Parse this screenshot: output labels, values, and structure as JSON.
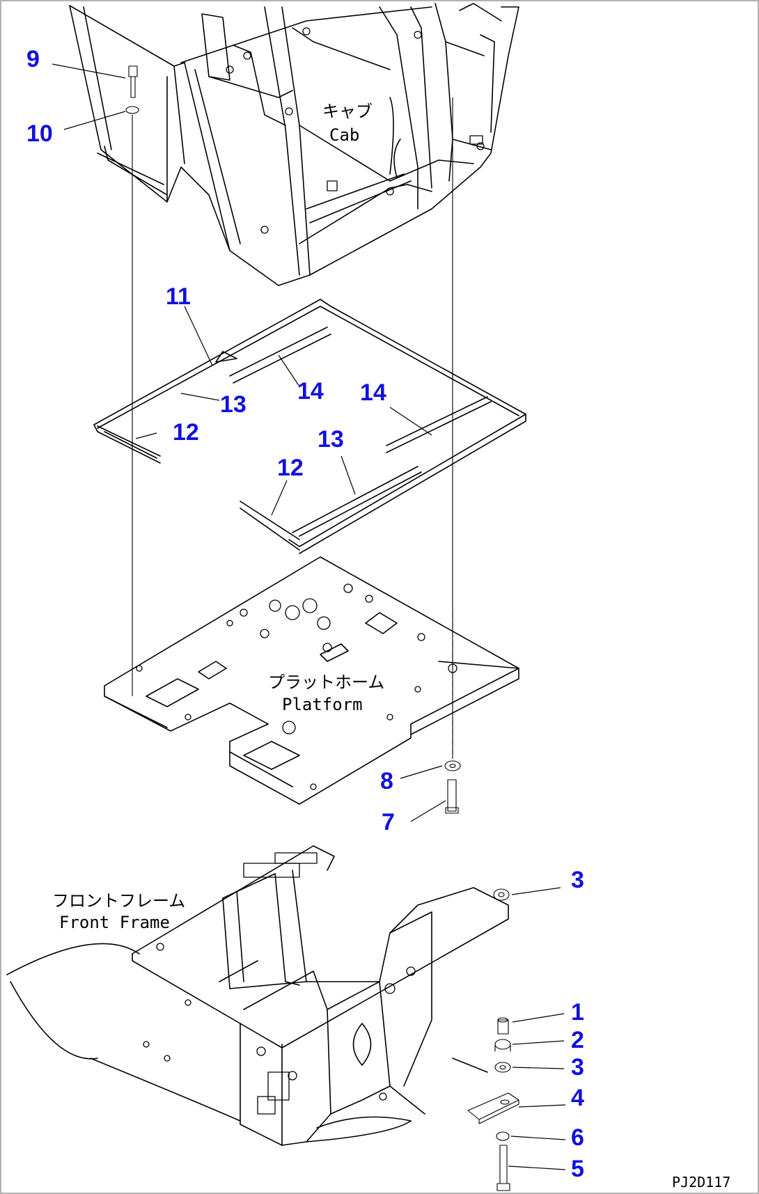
{
  "labels": {
    "cab_jp": "キャブ",
    "cab_en": "Cab",
    "platform_jp": "プラットホーム",
    "platform_en": "Platform",
    "frontframe_jp": "フロントフレーム",
    "frontframe_en": "Front Frame",
    "page_code": "PJ2D117"
  },
  "callouts": [
    "9",
    "10",
    "11",
    "13",
    "14",
    "12",
    "14",
    "13",
    "12",
    "8",
    "7",
    "3",
    "1",
    "2",
    "3",
    "4",
    "6",
    "5"
  ],
  "colors": {
    "callout": "#1010e0",
    "line": "#000000"
  }
}
